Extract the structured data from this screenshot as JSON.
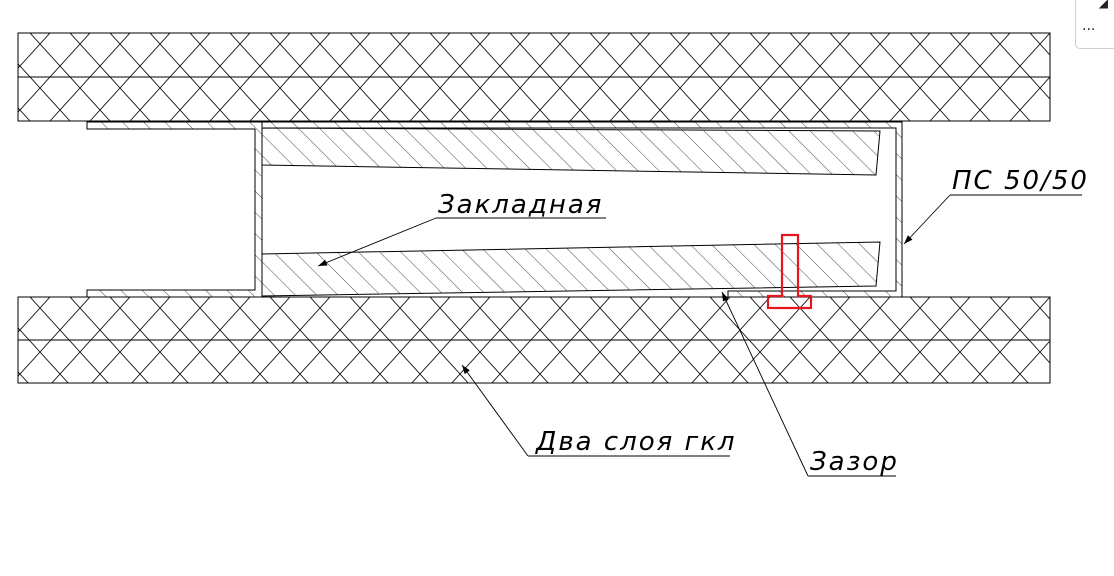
{
  "labels": {
    "embed": "Закладная",
    "profile": "ПС 50/50",
    "gkl": "Два слоя гкл",
    "gap": "Зазор"
  },
  "corner_widget": {
    "glyph": "◢",
    "more": "..."
  },
  "colors": {
    "line": "#000000",
    "highlight": "#e8141e",
    "hatch": "#000000"
  }
}
